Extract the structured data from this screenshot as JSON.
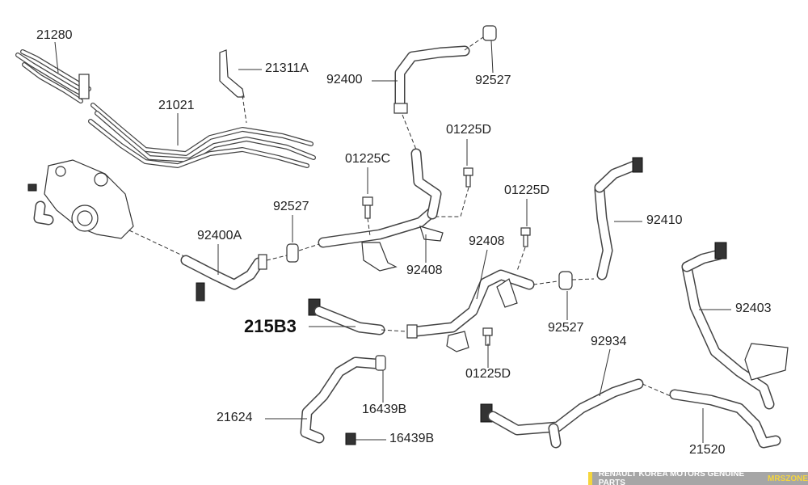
{
  "labels": {
    "p21280": "21280",
    "p21311A": "21311A",
    "p21021": "21021",
    "p92400": "92400",
    "p92527_top": "92527",
    "p01225D_top": "01225D",
    "p01225C": "01225C",
    "p92527_mid": "92527",
    "p01225D_mid": "01225D",
    "p92410": "92410",
    "p92400A": "92400A",
    "p92408_right": "92408",
    "p92408_left": "92408",
    "p92403": "92403",
    "p215B3": "215B3",
    "p92527_low": "92527",
    "p92934": "92934",
    "p01225D_low": "01225D",
    "p16439B_top": "16439B",
    "p21624": "21624",
    "p16439B_low": "16439B",
    "p21520": "21520"
  },
  "footer": {
    "text": "RENAULT KOREA MOTORS GENUINE PARTS",
    "brand": "MRSZONE",
    "accent": "#f5d63d",
    "background": "#a6a6a6"
  }
}
